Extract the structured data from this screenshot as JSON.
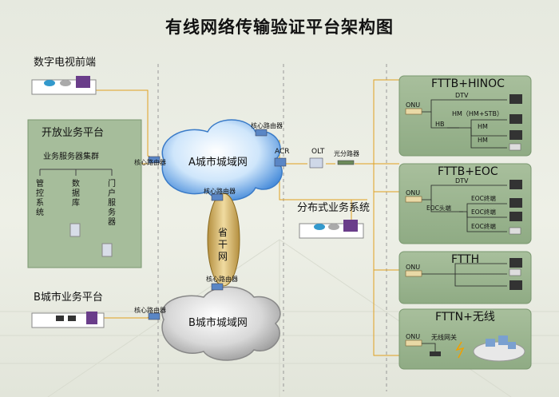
{
  "title": "有线网络传输验证平台架构图",
  "left": {
    "digital_tv_headend": "数字电视前端",
    "open_platform": {
      "title": "开放业务平台",
      "cluster": "业务服务器集群",
      "col1": "管控系统",
      "col2": "数据库",
      "col3": "门户服务器"
    },
    "b_platform": "B城市业务平台"
  },
  "center": {
    "core_router": "核心路由器",
    "city_a": "A城市城域网",
    "city_b": "B城市城域网",
    "backbone": "省干网",
    "acr": "ACR",
    "olt": "OLT",
    "splitter": "光分路器",
    "distributed": "分布式业务系统"
  },
  "right": {
    "panels": [
      {
        "title": "FTTB+HINOC",
        "onu": "ONU",
        "dtv": "DTV",
        "hm_pair": "HM（HM+STB）",
        "hb": "HB",
        "hm1": "HM",
        "hm2": "HM"
      },
      {
        "title": "FTTB+EOC",
        "onu": "ONU",
        "dtv": "DTV",
        "eoc_head": "EOC头端",
        "eoc1": "EOC终端",
        "eoc2": "EOC终端",
        "eoc3": "EOC终端"
      },
      {
        "title": "FTTH",
        "onu": "ONU"
      },
      {
        "title": "FTTN+无线",
        "onu": "ONU",
        "wireless_gw": "无线网关"
      }
    ]
  },
  "colors": {
    "panel_green": "#9cb592",
    "link_orange": "#e0a020",
    "cloud_blue": "#4f8fd8",
    "cloud_gray": "#b8b8b8"
  }
}
